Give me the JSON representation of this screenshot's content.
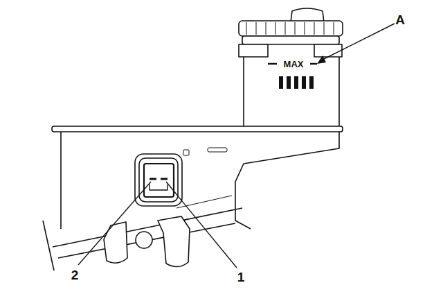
{
  "diagram": {
    "labels": [
      "MAX",
      "A",
      "2",
      "1"
    ]
  }
}
